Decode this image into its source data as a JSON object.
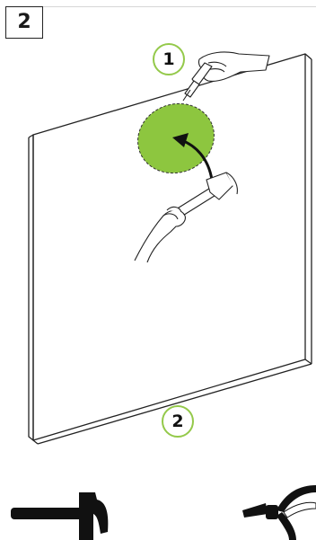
{
  "step": {
    "number": "2"
  },
  "callouts": [
    {
      "number": "1"
    },
    {
      "number": "2"
    }
  ],
  "colors": {
    "highlight": "#8dc63f",
    "badge_ring": "#94c94a",
    "line": "#222222"
  },
  "tools": [
    {
      "icon": "hammer-icon"
    },
    {
      "icon": "pliers-icon"
    }
  ]
}
